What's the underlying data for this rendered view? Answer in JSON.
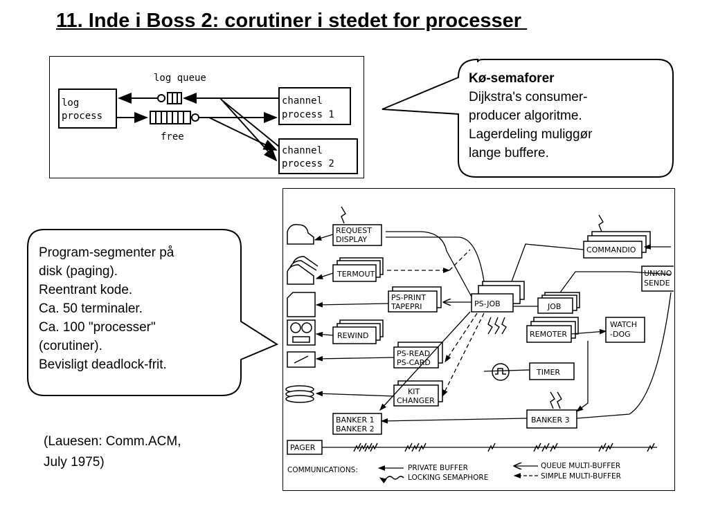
{
  "slide": {
    "title": "11. Inde i Boss 2: corutiner i stedet for processer "
  },
  "top_diagram": {
    "log_queue": "log queue",
    "free": "free",
    "log_process": [
      "log",
      "process"
    ],
    "channel1": [
      "channel",
      "process 1"
    ],
    "channel2": [
      "channel",
      "process 2"
    ]
  },
  "callout_right": {
    "heading": "Kø-semaforer",
    "lines": [
      "Dijkstra's consumer-",
      "producer algoritme.",
      "Lagerdeling muliggør",
      "lange buffere."
    ]
  },
  "callout_left": {
    "lines": [
      "Program-segmenter på",
      "disk (paging).",
      "Reentrant kode.",
      "Ca. 50 terminaler.",
      "Ca. 100 \"processer\"",
      "(corutiner).",
      "Bevisligt deadlock-frit."
    ]
  },
  "reference": {
    "lines": [
      "(Lauesen: Comm.ACM,",
      "July 1975)"
    ]
  },
  "main_diagram": {
    "request_display": [
      "REQUEST",
      "DISPLAY"
    ],
    "termout": "TERMOUT",
    "ps_print": [
      "PS-PRINT",
      "TAPEPRI"
    ],
    "rewind": "REWIND",
    "ps_read": [
      "PS-READ",
      "PS-CARD"
    ],
    "kit_changer": [
      "KIT",
      "CHANGER"
    ],
    "banker12": [
      "BANKER 1",
      "BANKER 2"
    ],
    "ps_job": "PS-JOB",
    "job": "JOB",
    "remoter": "REMOTER",
    "timer": "TIMER",
    "banker3": "BANKER 3",
    "commandio": "COMMANDIO",
    "unknown_sender": [
      "UNKNO",
      "SENDE"
    ],
    "watchdog": [
      "WATCH",
      "-DOG"
    ],
    "pager": "PAGER",
    "legend": {
      "communications": "COMMUNICATIONS:",
      "private_buffer": "PRIVATE BUFFER",
      "locking_semaphore": "LOCKING SEMAPHORE",
      "queue_multi_buffer": "QUEUE MULTI-BUFFER",
      "simple_multi_buffer": "SIMPLE MULTI-BUFFER"
    }
  }
}
